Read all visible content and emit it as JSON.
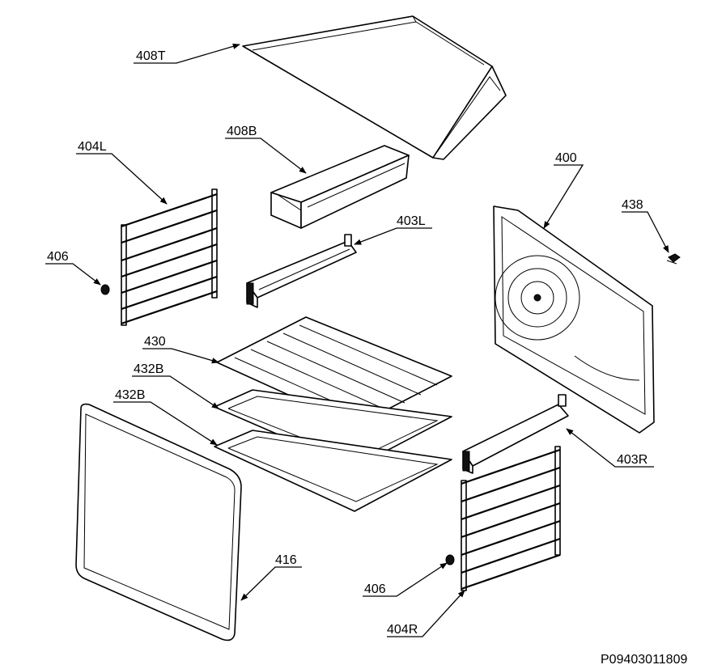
{
  "labels": {
    "p408T": "408T",
    "p408B": "408B",
    "p404L": "404L",
    "p406a": "406",
    "p403L": "403L",
    "p400": "400",
    "p438": "438",
    "p430": "430",
    "p432Ba": "432B",
    "p432Bb": "432B",
    "p403R": "403R",
    "p416": "416",
    "p406b": "406",
    "p404R": "404R"
  },
  "drawing_code": "P09403011809"
}
